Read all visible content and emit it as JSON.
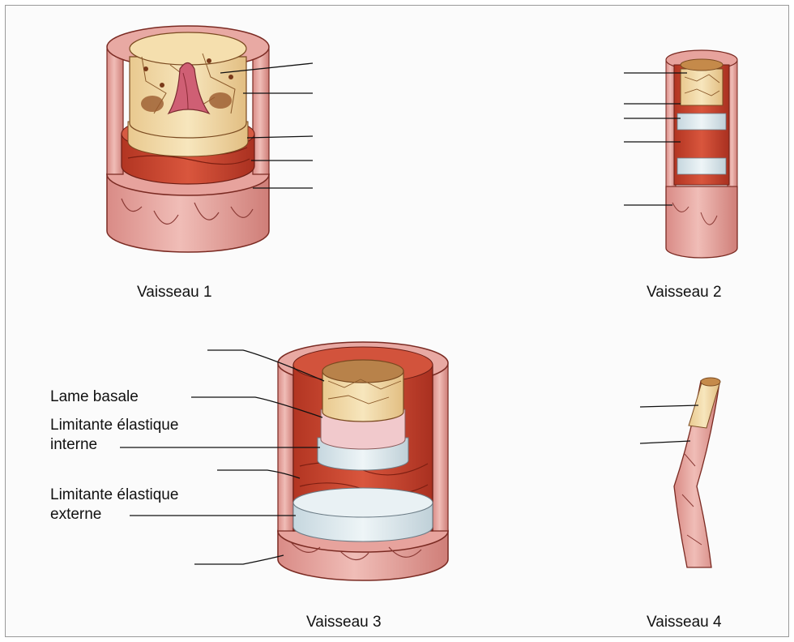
{
  "vessels": [
    {
      "caption": "Vaisseau 1"
    },
    {
      "caption": "Vaisseau 2"
    },
    {
      "caption": "Vaisseau 3"
    },
    {
      "caption": "Vaisseau 4"
    }
  ],
  "labels": {
    "lame_basale": "Lame basale",
    "limitante_interne_1": "Limitante élastique",
    "limitante_interne_2": "interne",
    "limitante_externe_1": "Limitante élastique",
    "limitante_externe_2": "externe"
  },
  "colors": {
    "adventitia": "#e6a9a4",
    "media": "#c5452f",
    "elastic": "#dde9ee",
    "endothelium": "#f2d9a5",
    "nucleus": "#8a4e26"
  }
}
